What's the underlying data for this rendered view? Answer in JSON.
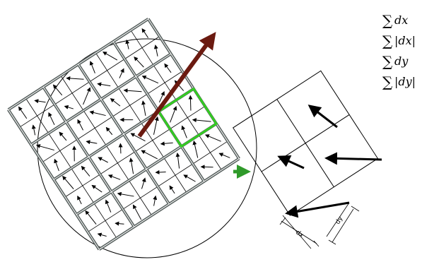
{
  "diagram": {
    "formulas": [
      {
        "sigma": "∑",
        "term": "dx"
      },
      {
        "sigma": "∑",
        "term": "|dx|"
      },
      {
        "sigma": "∑",
        "term": "dy"
      },
      {
        "sigma": "∑",
        "term": "|dy|"
      }
    ],
    "labels": {
      "dx": "dx",
      "dy": "dy"
    },
    "colors": {
      "grid_outline": "#555e5c",
      "grid_line": "#000000",
      "highlight_cell": "#33cc22",
      "orientation_arrow": "#6b1a10",
      "projection_arrow": "#2f9a2a",
      "vector": "#000000"
    }
  }
}
